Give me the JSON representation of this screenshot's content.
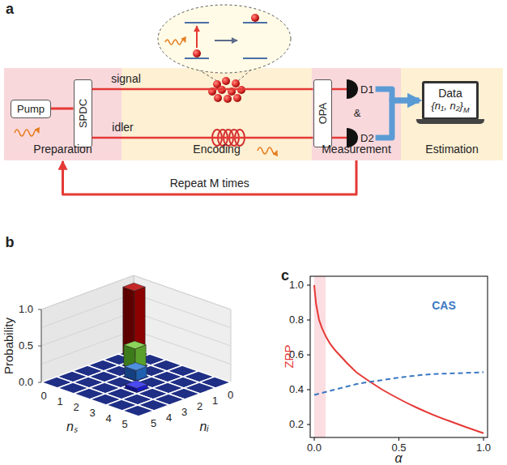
{
  "diagram": {
    "nodes": [
      {
        "text": [
          "Preparation"
        ]
      },
      {
        "text": [
          "Pump"
        ],
        "in": 0
      },
      {
        "text": [
          "SPDC"
        ],
        "in": 0
      },
      {
        "text": [
          "Encoding"
        ]
      },
      {
        "text": [
          "Measurement"
        ]
      },
      {
        "text": [
          "OPA"
        ],
        "in": 4
      },
      {
        "text": [
          "D1"
        ],
        "in": 4
      },
      {
        "text": [
          "D2"
        ],
        "in": 4
      },
      {
        "text": [
          "Estimation"
        ]
      },
      {
        "text": [
          "Data",
          "{n₁, n₂}",
          "M"
        ],
        "in": 8
      }
    ],
    "edges": [
      {
        "from": 1,
        "to": 2,
        "arrow": "none"
      },
      {
        "from": 2,
        "to": 5,
        "label": "signal",
        "arrow": "none"
      },
      {
        "from": 2,
        "to": 5,
        "label": "idler",
        "arrow": "none"
      },
      {
        "from": 5,
        "to": 6,
        "arrow": "none"
      },
      {
        "from": 5,
        "to": 7,
        "arrow": "none"
      },
      {
        "from": 6,
        "to": 9,
        "arrow": "to"
      },
      {
        "from": 7,
        "to": 9,
        "arrow": "to"
      },
      {
        "from": 4,
        "to": 0,
        "label": "Repeat M times",
        "arrow": "to"
      }
    ],
    "labels": [
      "a",
      "&",
      "b",
      "Probability",
      "1.0",
      "0.5",
      "0.0",
      "0",
      "1",
      "2",
      "3",
      "4",
      "5",
      "nₛ",
      "0",
      "1",
      "2",
      "3",
      "4",
      "5",
      "nᵢ",
      "c",
      "ZPP",
      "CAS",
      "1.0",
      "0.8",
      "0.6",
      "0.4",
      "0.2",
      "0.0",
      "0.5",
      "1.0",
      "α"
    ]
  }
}
